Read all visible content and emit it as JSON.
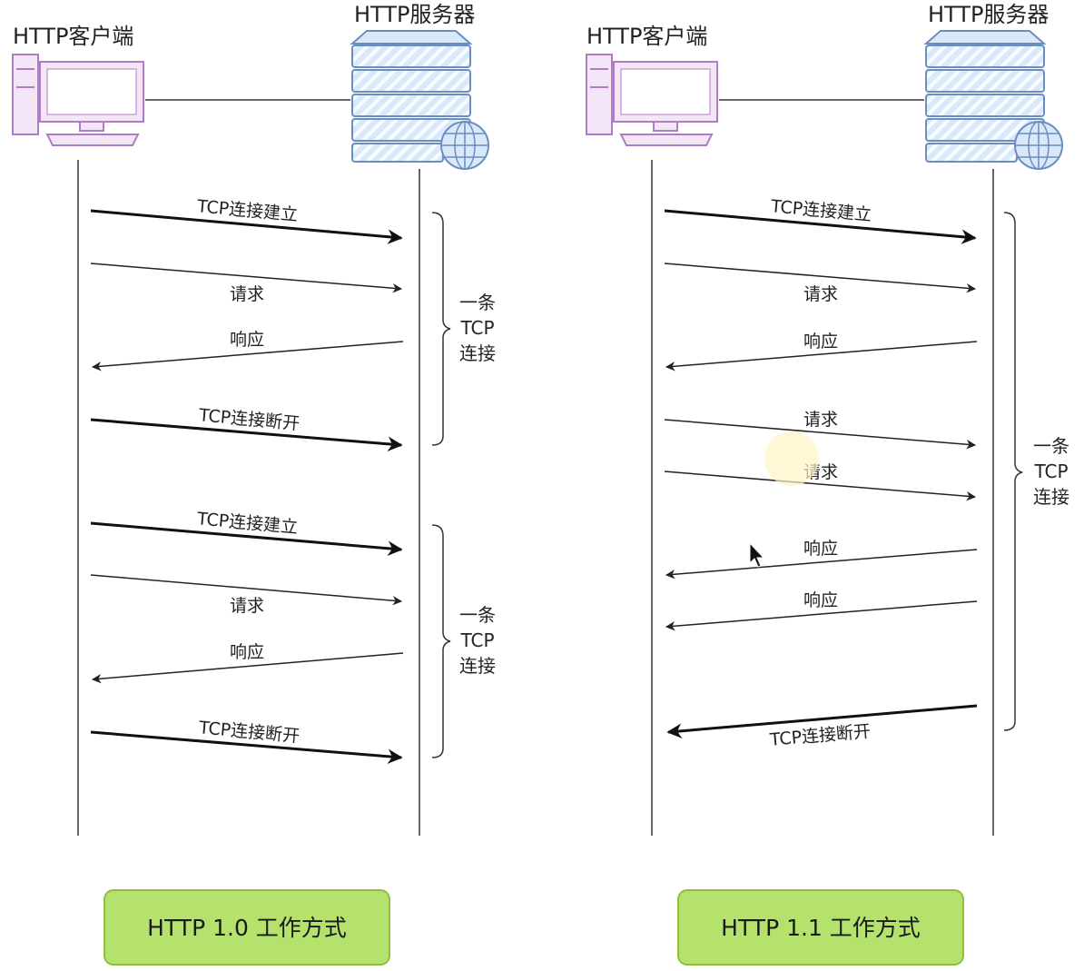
{
  "diagrams": [
    {
      "client_label": "HTTP客户端",
      "server_label": "HTTP服务器",
      "messages": [
        {
          "label": "TCP连接建立",
          "direction": "to-server",
          "bold": true
        },
        {
          "label": "请求",
          "direction": "to-server",
          "bold": false
        },
        {
          "label": "响应",
          "direction": "to-client",
          "bold": false
        },
        {
          "label": "TCP连接断开",
          "direction": "to-server",
          "bold": true
        },
        {
          "label": "TCP连接建立",
          "direction": "to-server",
          "bold": true
        },
        {
          "label": "请求",
          "direction": "to-server",
          "bold": false
        },
        {
          "label": "响应",
          "direction": "to-client",
          "bold": false
        },
        {
          "label": "TCP连接断开",
          "direction": "to-server",
          "bold": true
        }
      ],
      "braces": [
        {
          "lines": [
            "一条",
            "TCP",
            "连接"
          ]
        },
        {
          "lines": [
            "一条",
            "TCP",
            "连接"
          ]
        }
      ],
      "caption": "HTTP 1.0 工作方式"
    },
    {
      "client_label": "HTTP客户端",
      "server_label": "HTTP服务器",
      "messages": [
        {
          "label": "TCP连接建立",
          "direction": "to-server",
          "bold": true
        },
        {
          "label": "请求",
          "direction": "to-server",
          "bold": false
        },
        {
          "label": "响应",
          "direction": "to-client",
          "bold": false
        },
        {
          "label": "请求",
          "direction": "to-server",
          "bold": false
        },
        {
          "label": "请求",
          "direction": "to-server",
          "bold": false
        },
        {
          "label": "响应",
          "direction": "to-client",
          "bold": false
        },
        {
          "label": "响应",
          "direction": "to-client",
          "bold": false
        },
        {
          "label": "TCP连接断开",
          "direction": "to-client",
          "bold": true
        }
      ],
      "braces": [
        {
          "lines": [
            "一条",
            "TCP",
            "连接"
          ]
        }
      ],
      "caption": "HTTP 1.1 工作方式"
    }
  ],
  "colors": {
    "client_icon": "#b07cc6",
    "client_fill": "#f3e6f7",
    "server_icon": "#6c8ebf",
    "server_fill": "#dae8fc",
    "caption_fill": "#b5e26d",
    "caption_stroke": "#8cbf3f",
    "line": "#333333"
  },
  "icons": [
    "desktop-computer-icon",
    "server-rack-icon",
    "globe-icon"
  ]
}
